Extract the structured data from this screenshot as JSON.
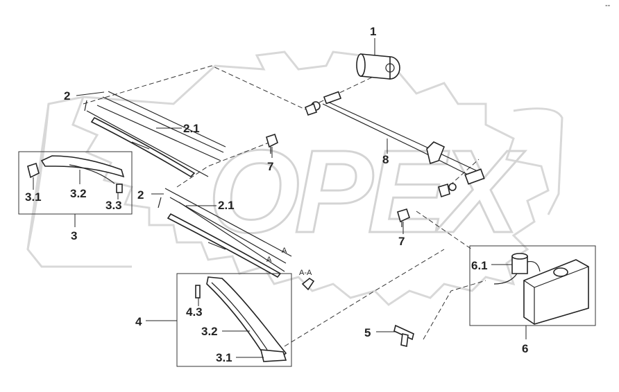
{
  "labels": {
    "motor": "1",
    "blade_left": "2",
    "blade_left_sub": "2.1",
    "blade_right": "2",
    "blade_right_sub": "2.1",
    "arm_assy_left": "3",
    "arm_left_cap": "3.1",
    "arm_left_arm": "3.2",
    "arm_left_nut": "3.3",
    "arm_assy_right": "4",
    "arm_right_cap": "3.1",
    "arm_right_arm": "3.2",
    "arm_right_nozzle": "4.3",
    "tee_connector": "5",
    "reservoir": "6",
    "pump": "6.1",
    "nozzle_upper": "7",
    "nozzle_lower": "7",
    "linkage": "8",
    "section_mark_1": "A",
    "section_mark_2": "A",
    "section_detail": "A-A"
  },
  "watermark": "OPEX",
  "corner_mark": "--"
}
